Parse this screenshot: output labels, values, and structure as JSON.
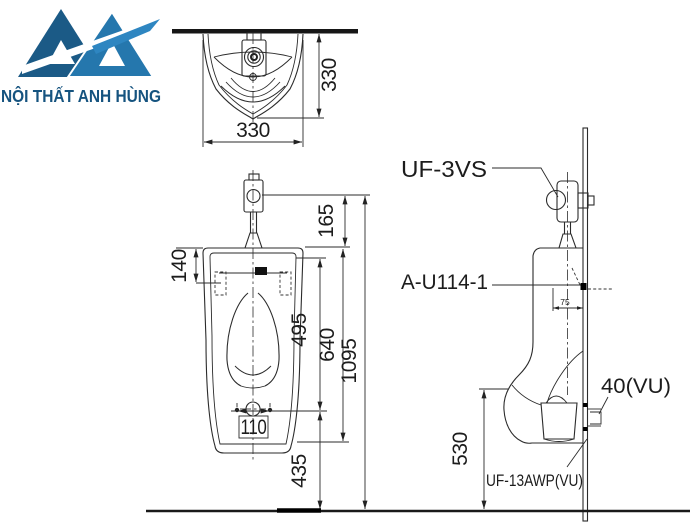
{
  "page": {
    "background": "#ffffff",
    "line_color": "#2b2b2b"
  },
  "logo": {
    "brand": "NỘI THẤT ANH HÙNG",
    "colors": {
      "primary_dark": "#1b5a86",
      "primary_light": "#2577ad",
      "accent": "#2e86c1",
      "text": "#15537f"
    }
  },
  "diagram": {
    "top_view": {
      "width": "330",
      "depth": "330"
    },
    "front_view": {
      "valve_to_rim": "165",
      "rim_to_bracket": "140",
      "rim_to_drain": "495",
      "body_height": "640",
      "total_height": "1095",
      "bolt_spacing": "110",
      "drain_to_floor": "435"
    },
    "side_view": {
      "flush_valve_label": "UF-3VS",
      "spud_label": "A-U114-1",
      "outlet_label": "40(VU)",
      "strainer_label": "UF-13AWP(VU)",
      "outlet_height": "530",
      "wall_offset": "75"
    }
  }
}
